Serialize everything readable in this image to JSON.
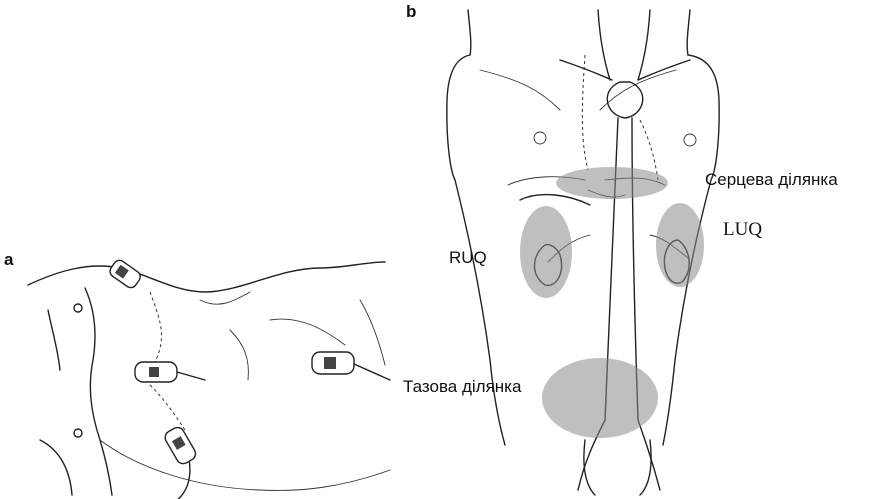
{
  "panels": {
    "a": {
      "letter": "a"
    },
    "b": {
      "letter": "b",
      "labels": {
        "cardiac": "Серцева ділянка",
        "ruq": "RUQ",
        "luq": "LUQ",
        "pelvic": "Тазова ділянка"
      }
    }
  },
  "colors": {
    "zone": "#8a8a8a",
    "ink": "#222222"
  }
}
